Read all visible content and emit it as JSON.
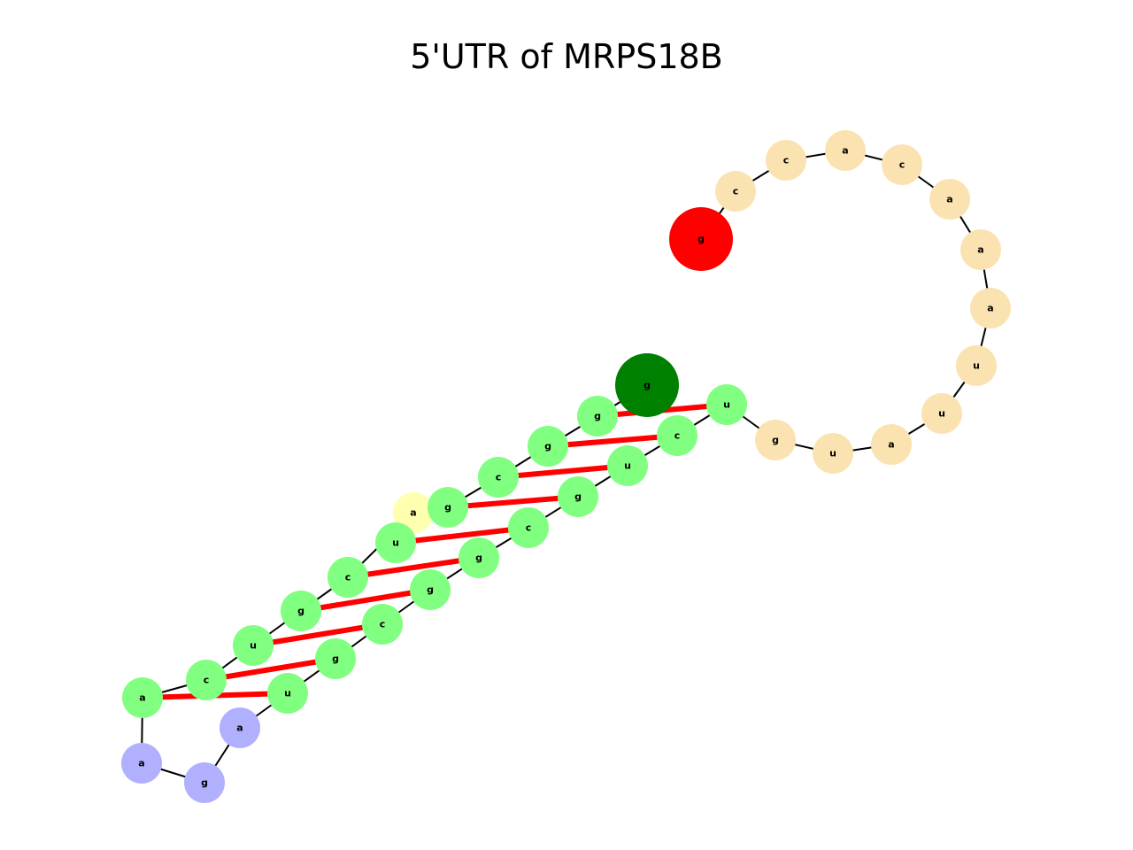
{
  "title": "5'UTR of MRPS18B",
  "colors": {
    "stem": "#80ff80",
    "loop": "#fbe3b1",
    "hairpin": "#b0b0ff",
    "bulge": "#ffffb0",
    "start": "#ff0000",
    "end": "#008000",
    "backbone": "#000000",
    "pair": "#ff0000"
  },
  "nucleotides": [
    {
      "base": "g",
      "type": "start"
    },
    {
      "base": "c",
      "type": "loop"
    },
    {
      "base": "c",
      "type": "loop"
    },
    {
      "base": "a",
      "type": "loop"
    },
    {
      "base": "c",
      "type": "loop"
    },
    {
      "base": "a",
      "type": "loop"
    },
    {
      "base": "a",
      "type": "loop"
    },
    {
      "base": "a",
      "type": "loop"
    },
    {
      "base": "u",
      "type": "loop"
    },
    {
      "base": "u",
      "type": "loop"
    },
    {
      "base": "a",
      "type": "loop"
    },
    {
      "base": "u",
      "type": "loop"
    },
    {
      "base": "g",
      "type": "loop"
    },
    {
      "base": "u",
      "type": "stem"
    },
    {
      "base": "c",
      "type": "stem"
    },
    {
      "base": "u",
      "type": "stem"
    },
    {
      "base": "g",
      "type": "stem"
    },
    {
      "base": "c",
      "type": "stem"
    },
    {
      "base": "g",
      "type": "stem"
    },
    {
      "base": "g",
      "type": "stem"
    },
    {
      "base": "c",
      "type": "stem"
    },
    {
      "base": "g",
      "type": "stem"
    },
    {
      "base": "u",
      "type": "stem"
    },
    {
      "base": "a",
      "type": "hairpin"
    },
    {
      "base": "g",
      "type": "hairpin"
    },
    {
      "base": "a",
      "type": "hairpin"
    },
    {
      "base": "a",
      "type": "stem"
    },
    {
      "base": "c",
      "type": "stem"
    },
    {
      "base": "u",
      "type": "stem"
    },
    {
      "base": "g",
      "type": "stem"
    },
    {
      "base": "c",
      "type": "stem"
    },
    {
      "base": "a",
      "type": "bulge"
    },
    {
      "base": "u",
      "type": "stem"
    },
    {
      "base": "g",
      "type": "stem"
    },
    {
      "base": "c",
      "type": "stem"
    },
    {
      "base": "g",
      "type": "stem"
    },
    {
      "base": "g",
      "type": "stem"
    },
    {
      "base": "g",
      "type": "end"
    }
  ],
  "pairs": [
    [
      13,
      36
    ],
    [
      14,
      35
    ],
    [
      15,
      34
    ],
    [
      16,
      33
    ],
    [
      17,
      32
    ],
    [
      18,
      30
    ],
    [
      19,
      29
    ],
    [
      20,
      28
    ],
    [
      21,
      27
    ],
    [
      22,
      26
    ]
  ]
}
